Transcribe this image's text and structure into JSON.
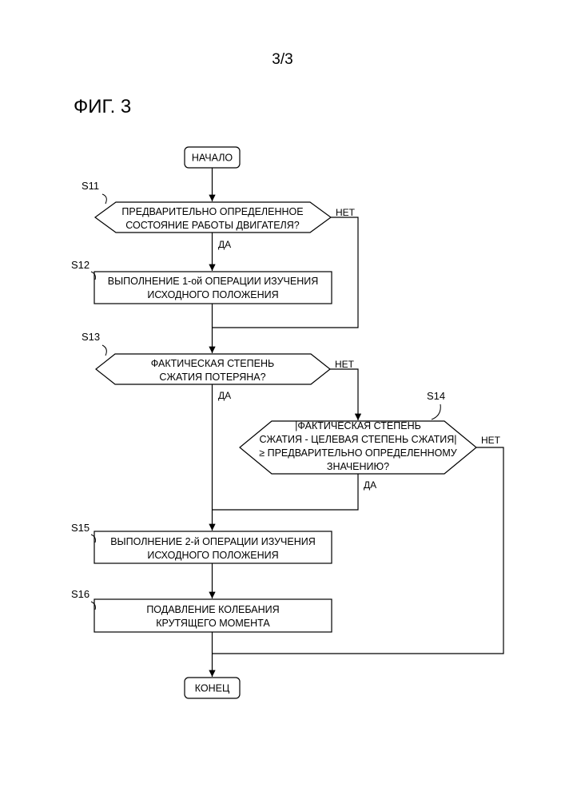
{
  "page_number": "3/3",
  "figure_title": "ФИГ. 3",
  "flowchart": {
    "start": "НАЧАЛО",
    "end": "КОНЕЦ",
    "steps": {
      "s11": {
        "label": "S11",
        "lines": [
          "ПРЕДВАРИТЕЛЬНО ОПРЕДЕЛЕННОЕ",
          "СОСТОЯНИЕ РАБОТЫ ДВИГАТЕЛЯ?"
        ],
        "yes": "ДА",
        "no": "НЕТ"
      },
      "s12": {
        "label": "S12",
        "lines": [
          "ВЫПОЛНЕНИЕ 1-ой ОПЕРАЦИИ ИЗУЧЕНИЯ",
          "ИСХОДНОГО ПОЛОЖЕНИЯ"
        ]
      },
      "s13": {
        "label": "S13",
        "lines": [
          "ФАКТИЧЕСКАЯ СТЕПЕНЬ",
          "СЖАТИЯ ПОТЕРЯНА?"
        ],
        "yes": "ДА",
        "no": "НЕТ"
      },
      "s14": {
        "label": "S14",
        "lines": [
          "|ФАКТИЧЕСКАЯ СТЕПЕНЬ",
          "СЖАТИЯ - ЦЕЛЕВАЯ СТЕПЕНЬ СЖАТИЯ|",
          "≥ ПРЕДВАРИТЕЛЬНО ОПРЕДЕЛЕННОМУ",
          "ЗНАЧЕНИЮ?"
        ],
        "yes": "ДА",
        "no": "НЕТ"
      },
      "s15": {
        "label": "S15",
        "lines": [
          "ВЫПОЛНЕНИЕ 2-й ОПЕРАЦИИ ИЗУЧЕНИЯ",
          "ИСХОДНОГО ПОЛОЖЕНИЯ"
        ]
      },
      "s16": {
        "label": "S16",
        "lines": [
          "ПОДАВЛЕНИЕ КОЛЕБАНИЯ",
          "КРУТЯЩЕГО МОМЕНТА"
        ]
      }
    }
  }
}
